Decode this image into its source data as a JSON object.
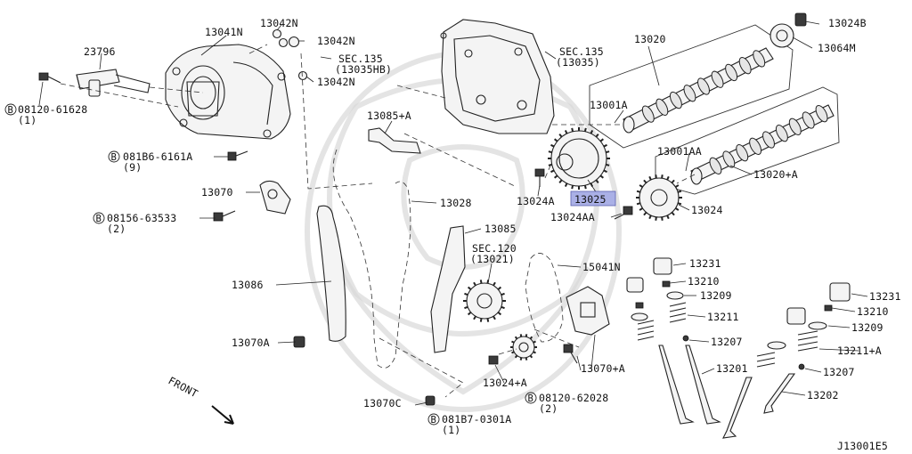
{
  "diagram": {
    "code": "J13001E5",
    "front_label": "FRONT",
    "highlighted_part": "13025",
    "labels": {
      "p13041N": "13041N",
      "p13042N_a": "13042N",
      "p13042N_b": "13042N",
      "p13042N_c": "13042N",
      "p23796": "23796",
      "b08120_61628": "08120-61628",
      "b08120_61628_q": "(1)",
      "sec135_hb": "SEC.135",
      "sec135_hb_sub": "(13035HB)",
      "sec135": "SEC.135",
      "sec135_sub": "(13035)",
      "p13020": "13020",
      "p13024B": "13024B",
      "p13064M": "13064M",
      "p13085A": "13085+A",
      "b081B6_6161A": "081B6-6161A",
      "b081B6_6161A_q": "(9)",
      "p13001A": "13001A",
      "p13001AA": "13001AA",
      "p13020A": "13020+A",
      "p13070": "13070",
      "p13028": "13028",
      "p13024A": "13024A",
      "p13025": "13025",
      "p13024": "13024",
      "p13024AA": "13024AA",
      "b08156_63533": "08156-63533",
      "b08156_63533_q": "(2)",
      "p13085": "13085",
      "sec120": "SEC.120",
      "sec120_sub": "(13021)",
      "p15041N": "15041N",
      "p13231_a": "13231",
      "p13210_a": "13210",
      "p13209_a": "13209",
      "p13211": "13211",
      "p13207_a": "13207",
      "p13231_b": "13231",
      "p13210_b": "13210",
      "p13209_b": "13209",
      "p13211A": "13211+A",
      "p13207_b": "13207",
      "p13086": "13086",
      "p13070A": "13070A",
      "p13201": "13201",
      "p13202": "13202",
      "p13024_plusA": "13024+A",
      "p13070_plusA": "13070+A",
      "b08120_62028": "08120-62028",
      "b08120_62028_q": "(2)",
      "p13070C": "13070C",
      "b081B7_0301A": "081B7-0301A",
      "b081B7_0301A_q": "(1)",
      "bolt_prefix": "B"
    }
  }
}
